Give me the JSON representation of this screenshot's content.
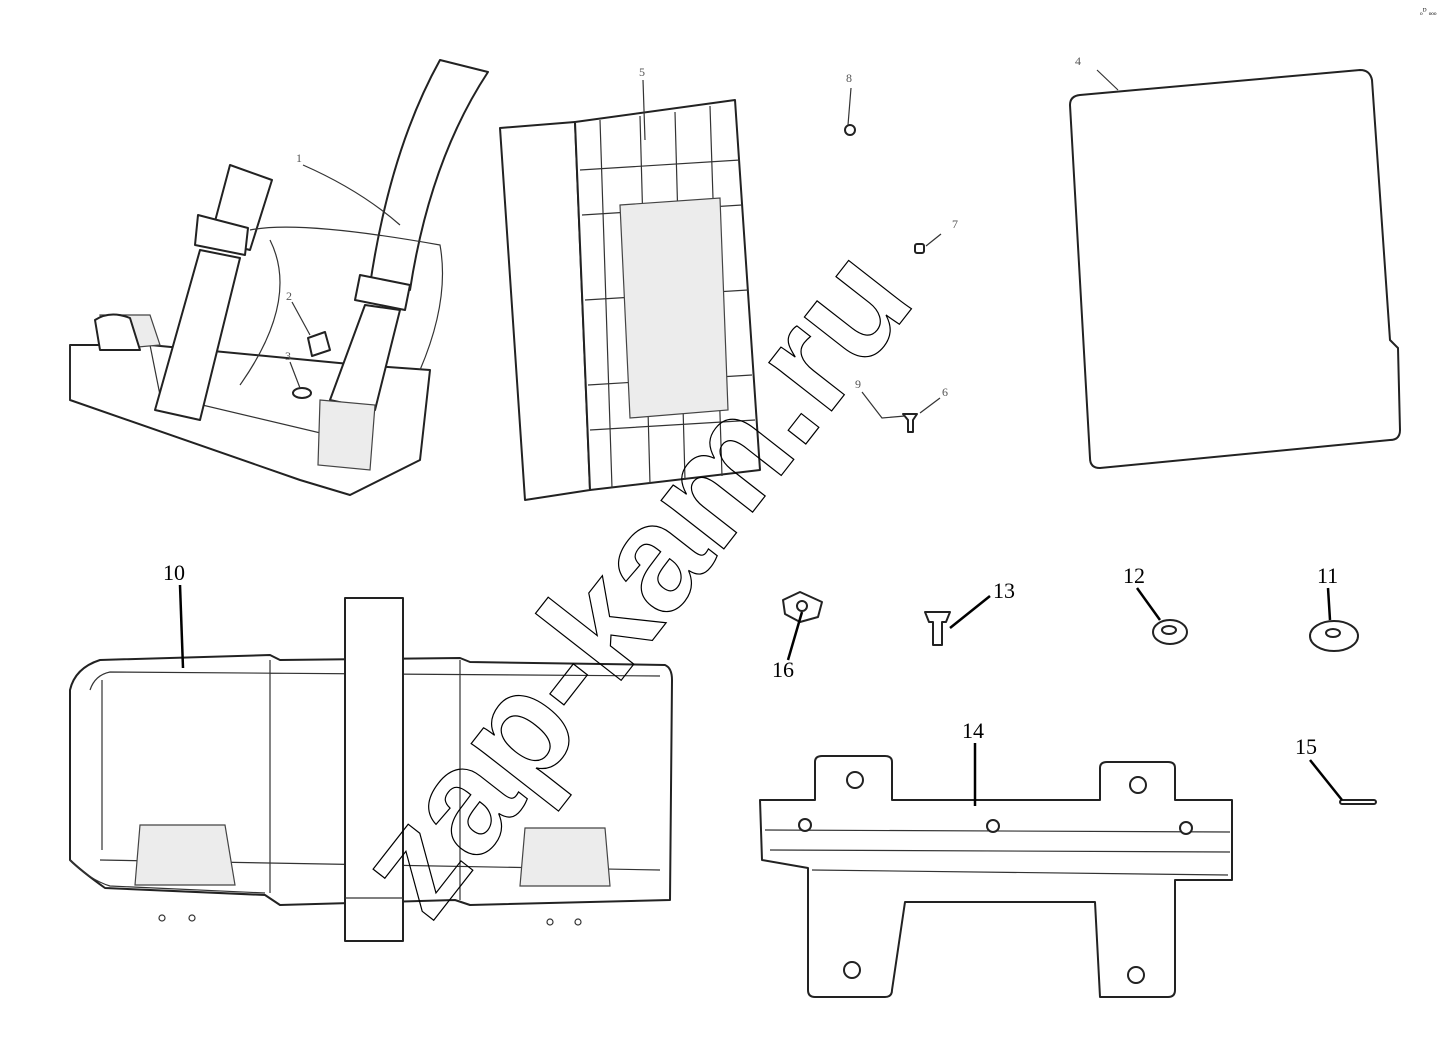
{
  "corner_mark": "ₒᴰ ₒₒₒ",
  "watermark": "zap-kam.ru",
  "callouts_small": [
    {
      "id": "c1",
      "text": "1"
    },
    {
      "id": "c2",
      "text": "2"
    },
    {
      "id": "c3",
      "text": "3"
    },
    {
      "id": "c4",
      "text": "4"
    },
    {
      "id": "c5",
      "text": "5"
    },
    {
      "id": "c6",
      "text": "6"
    },
    {
      "id": "c7",
      "text": "7"
    },
    {
      "id": "c8",
      "text": "8"
    },
    {
      "id": "c9",
      "text": "9"
    }
  ],
  "callouts_large": [
    {
      "id": "c10",
      "text": "10"
    },
    {
      "id": "c11",
      "text": "11"
    },
    {
      "id": "c12",
      "text": "12"
    },
    {
      "id": "c13",
      "text": "13"
    },
    {
      "id": "c14",
      "text": "14"
    },
    {
      "id": "c15",
      "text": "15"
    },
    {
      "id": "c16",
      "text": "16"
    }
  ]
}
